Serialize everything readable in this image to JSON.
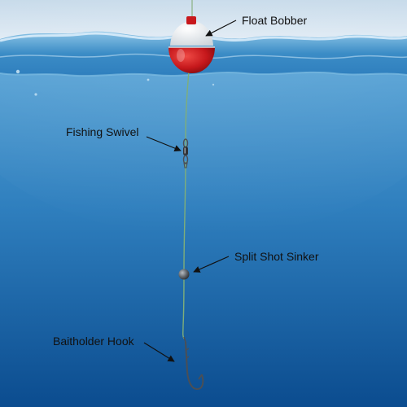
{
  "labels": {
    "float_bobber": "Float Bobber",
    "fishing_swivel": "Fishing Swivel",
    "split_shot_sinker": "Split Shot Sinker",
    "baitholder_hook": "Baitholder Hook"
  },
  "colors": {
    "sky_top": "#c9dcea",
    "sky_bottom": "#e4eef6",
    "water_surface": "#3f8fc7",
    "water_upper": "#4c9bd0",
    "water_lower": "#0d4f92",
    "bobber_red": "#c8181c",
    "bobber_white": "#f4f4f4",
    "line_green": "#7fae7a",
    "sinker_grey": "#5d6166",
    "hook_grey": "#4b4f55",
    "arrow_black": "#111111"
  }
}
